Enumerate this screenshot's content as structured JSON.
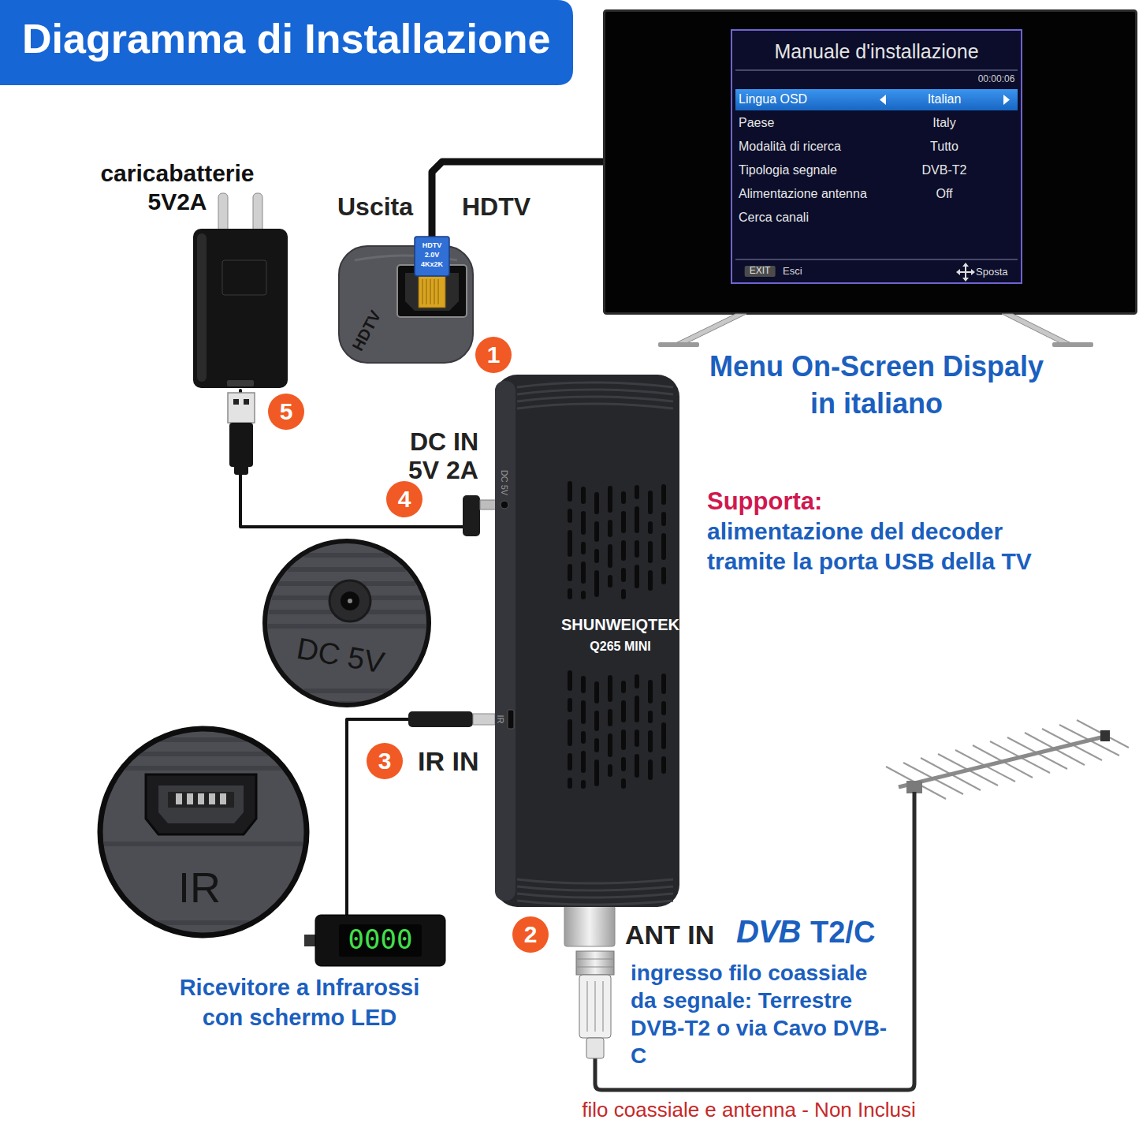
{
  "diagram": {
    "title": "Diagramma di Installazione",
    "nodes": [
      {
        "text": [
          "caricabatterie 5V2A"
        ]
      },
      {
        "text": [
          "HDTV"
        ]
      },
      {
        "text": [
          "Menu On-Screen Dispaly in italiano"
        ]
      },
      {
        "text": [
          "Manuale d'installazione"
        ],
        "in": 2
      },
      {
        "text": [
          "Lingua OSD",
          "Italian"
        ],
        "in": 3
      },
      {
        "text": [
          "SHUNWEIQTEK",
          "Q265 MINI"
        ]
      },
      {
        "text": [
          "DC 5V"
        ]
      },
      {
        "text": [
          "IR"
        ]
      },
      {
        "text": [
          "0000",
          "Ricevitore a Infrarossi con schermo LED"
        ]
      }
    ],
    "edges": [
      {
        "from": 1,
        "to": 2,
        "arrow": "none"
      },
      {
        "from": 0,
        "to": 5,
        "arrow": "none"
      },
      {
        "from": 8,
        "to": 5,
        "arrow": "none"
      }
    ],
    "labels": [
      "Uscita",
      "HDTV",
      "HDTV",
      "2.0V",
      "4Kx2K",
      "1",
      "5",
      "DC IN",
      "5V 2A",
      "4",
      "DC 5V",
      "IR",
      "3",
      "IR IN",
      "2",
      "ANT IN",
      "DVB",
      "T2/C",
      "ingresso filo coassiale da segnale: Terrestre DVB-T2 o via Cavo DVB-C",
      "filo coassiale e antenna - Non Inclusi",
      "Supporta:",
      "alimentazione del decoder tramite la porta USB della TV",
      "00:00:06",
      "Paese",
      "Italy",
      "Modalità di ricerca",
      "Tutto",
      "Tipologia segnale",
      "DVB-T2",
      "Alimentazione antenna",
      "Off",
      "Cerca canali",
      "EXIT",
      "Esci",
      "Sposta"
    ]
  }
}
